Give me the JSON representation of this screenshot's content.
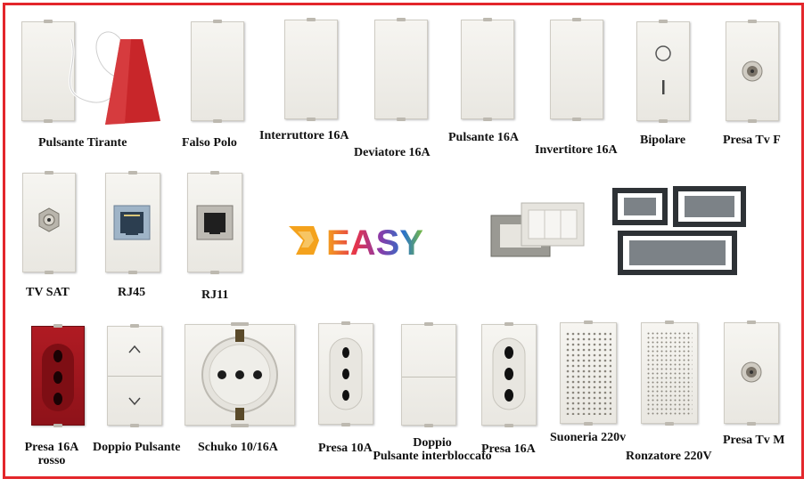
{
  "brand": {
    "logo_text": "EASY"
  },
  "colors": {
    "frame": "#e3262b",
    "module": "#efede8",
    "red_socket": "#a3151c",
    "pull_cord": "#c8262a"
  },
  "row1": [
    {
      "id": "pulsante-tirante",
      "label": "Pulsante Tirante"
    },
    {
      "id": "falso-polo",
      "label": "Falso Polo"
    },
    {
      "id": "interruttore",
      "label": "Interruttore 16A"
    },
    {
      "id": "deviatore",
      "label": "Deviatore 16A"
    },
    {
      "id": "pulsante",
      "label": "Pulsante 16A"
    },
    {
      "id": "invertitore",
      "label": "Invertitore 16A"
    },
    {
      "id": "bipolare",
      "label": "Bipolare"
    },
    {
      "id": "presa-tv-f",
      "label": "Presa Tv F"
    }
  ],
  "row2": [
    {
      "id": "tv-sat",
      "label": "TV SAT"
    },
    {
      "id": "rj45",
      "label": "RJ45"
    },
    {
      "id": "rj11",
      "label": "RJ11"
    }
  ],
  "row3": [
    {
      "id": "presa-16a-rosso",
      "label_line1": "Presa 16A",
      "label_line2": "rosso"
    },
    {
      "id": "doppio-pulsante",
      "label": "Doppio Pulsante"
    },
    {
      "id": "schuko",
      "label": "Schuko 10/16A"
    },
    {
      "id": "presa-10a",
      "label": "Presa 10A"
    },
    {
      "id": "doppio-interbloccato",
      "label_line1": "Doppio",
      "label_line2": "Pulsante interbloccato"
    },
    {
      "id": "presa-16a",
      "label": "Presa 16A"
    },
    {
      "id": "suoneria",
      "label": "Suoneria 220v"
    },
    {
      "id": "ronzatore",
      "label": "Ronzatore 220V"
    },
    {
      "id": "presa-tv-m",
      "label": "Presa Tv M"
    }
  ],
  "icons": [
    "pull-cord-icon",
    "on-off-icon",
    "coax-icon",
    "network-jack-icon",
    "phone-jack-icon",
    "arrow-up-icon",
    "arrow-down-icon",
    "buzzer-grille-icon"
  ]
}
